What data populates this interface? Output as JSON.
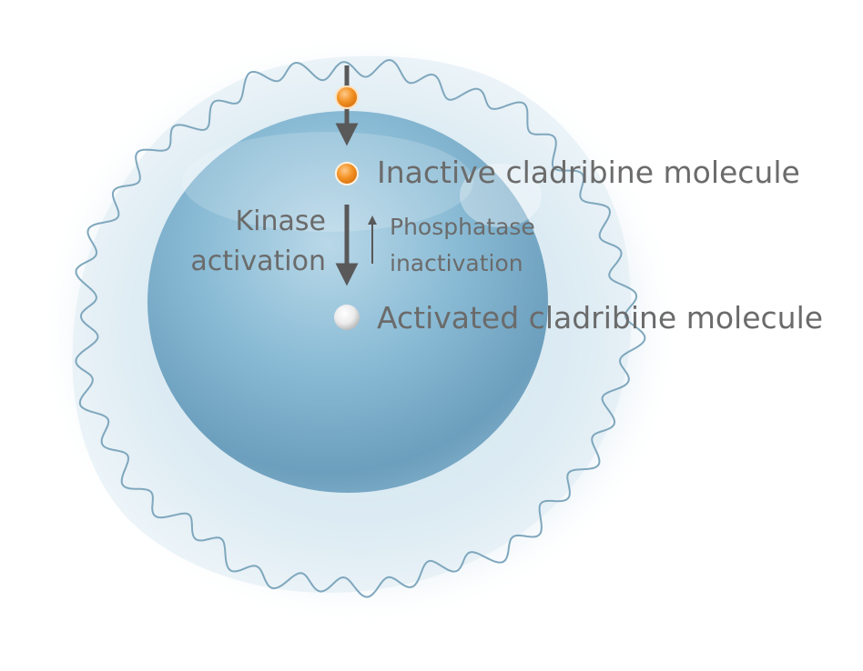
{
  "labels": {
    "inactive": "Inactive cladribine molecule",
    "activated": "Activated cladribine molecule",
    "kinase_line1": "Kinase",
    "kinase_line2": "activation",
    "phosphatase_line1": "Phosphatase",
    "phosphatase_line2": "inactivation"
  },
  "colors": {
    "text": "#6b6b6b",
    "arrow": "#595959",
    "inactive_molecule": "#f08a1c",
    "activated_molecule": "#e8e8e8",
    "nucleus": "#79aecb",
    "cytoplasm": "#dcebf2",
    "membrane": "#7fa7bd"
  }
}
